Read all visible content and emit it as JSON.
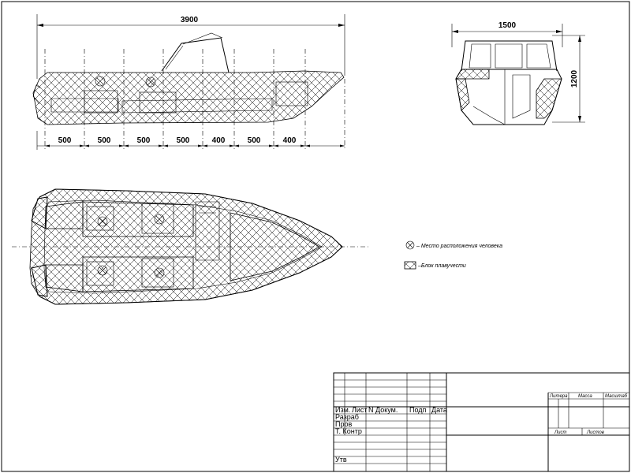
{
  "side_view": {
    "overall_length": "3900",
    "segments": [
      "500",
      "500",
      "500",
      "500",
      "400",
      "500",
      "400"
    ]
  },
  "front_view": {
    "width": "1500",
    "height": "1200"
  },
  "legend": {
    "person_text": "– Место расположения человека",
    "foam_text": "–Блок плавучести"
  },
  "title_block": {
    "izm": "Изм.",
    "list": "Лист",
    "doc": "N  Докум.",
    "podp": "Подп",
    "data": "Дата",
    "razrab": "Разраб",
    "prov": "Пров",
    "tkontr": "Т. Контр",
    "utv": "Утв",
    "litera": "Литера",
    "massa": "Масса",
    "masshtab": "Масштаб",
    "list2": "Лист",
    "listov": "Листов"
  }
}
